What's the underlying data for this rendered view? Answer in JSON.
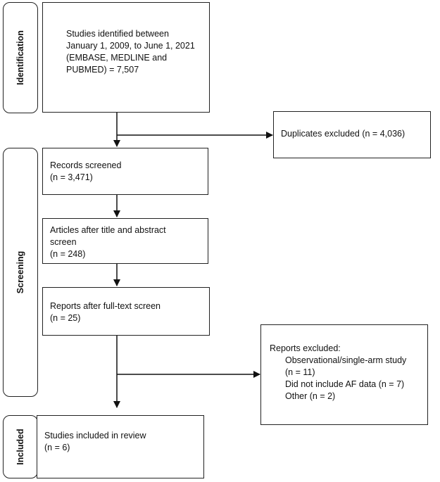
{
  "phases": {
    "identification": "Identification",
    "screening": "Screening",
    "included": "Included"
  },
  "boxes": {
    "identified": {
      "lines": [
        "Studies identified between",
        "January 1, 2009, to June 1, 2021",
        "(EMBASE, MEDLINE and",
        "PUBMED) = 7,507"
      ]
    },
    "duplicates": {
      "text": "Duplicates excluded (n = 4,036)"
    },
    "records_screened": {
      "lines": [
        "Records screened",
        "(n = 3,471)"
      ]
    },
    "articles_title_abstract": {
      "lines": [
        "Articles after title and abstract",
        "screen",
        "(n = 248)"
      ]
    },
    "reports_fulltext": {
      "lines": [
        "Reports after full-text screen",
        "(n = 25)"
      ]
    },
    "reports_excluded": {
      "heading": "Reports excluded:",
      "items": [
        "Observational/single-arm study",
        "(n = 11)",
        "Did not include AF data (n = 7)",
        "Other (n = 2)"
      ]
    },
    "included_review": {
      "lines": [
        "Studies included in review",
        "(n = 6)"
      ]
    }
  }
}
